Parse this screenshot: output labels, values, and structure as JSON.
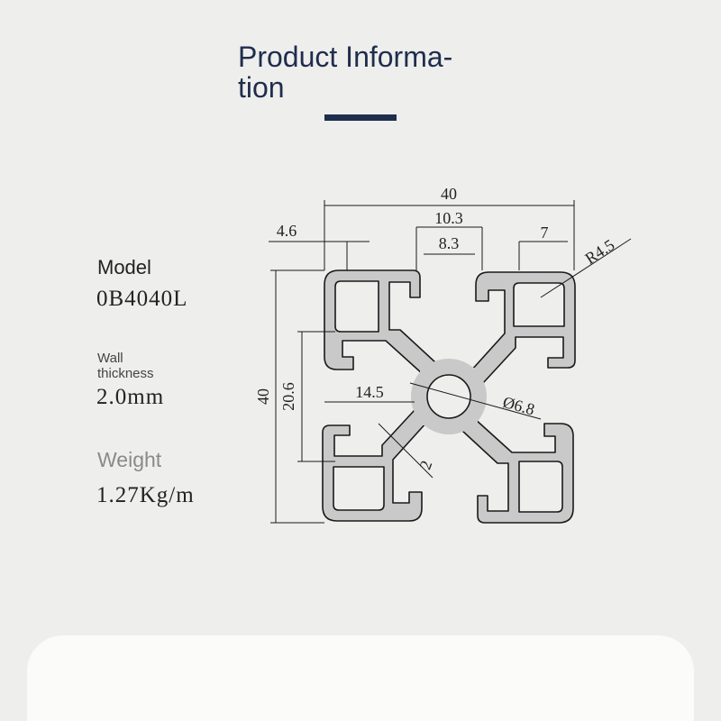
{
  "header": {
    "title": "Product Informa-\ntion"
  },
  "specs": {
    "model_label": "Model",
    "model_value": "0B4040L",
    "wall_label": "Wall\nthickness",
    "wall_value": "2.0mm",
    "weight_label": "Weight",
    "weight_value": "1.27Kg/m"
  },
  "drawing": {
    "dims": {
      "width": "40",
      "slot_outer": "10.3",
      "slot_inner": "8.3",
      "lip": "4.6",
      "corner_slot": "7",
      "radius": "R4.5",
      "height": "40",
      "inner_height": "20.6",
      "center_offset": "14.5",
      "bore": "Ø6.8",
      "web": "2"
    },
    "colors": {
      "profile_fill": "#c9c9c9",
      "profile_stroke": "#1a1a1a",
      "bore_fill": "#eeeeec"
    }
  }
}
